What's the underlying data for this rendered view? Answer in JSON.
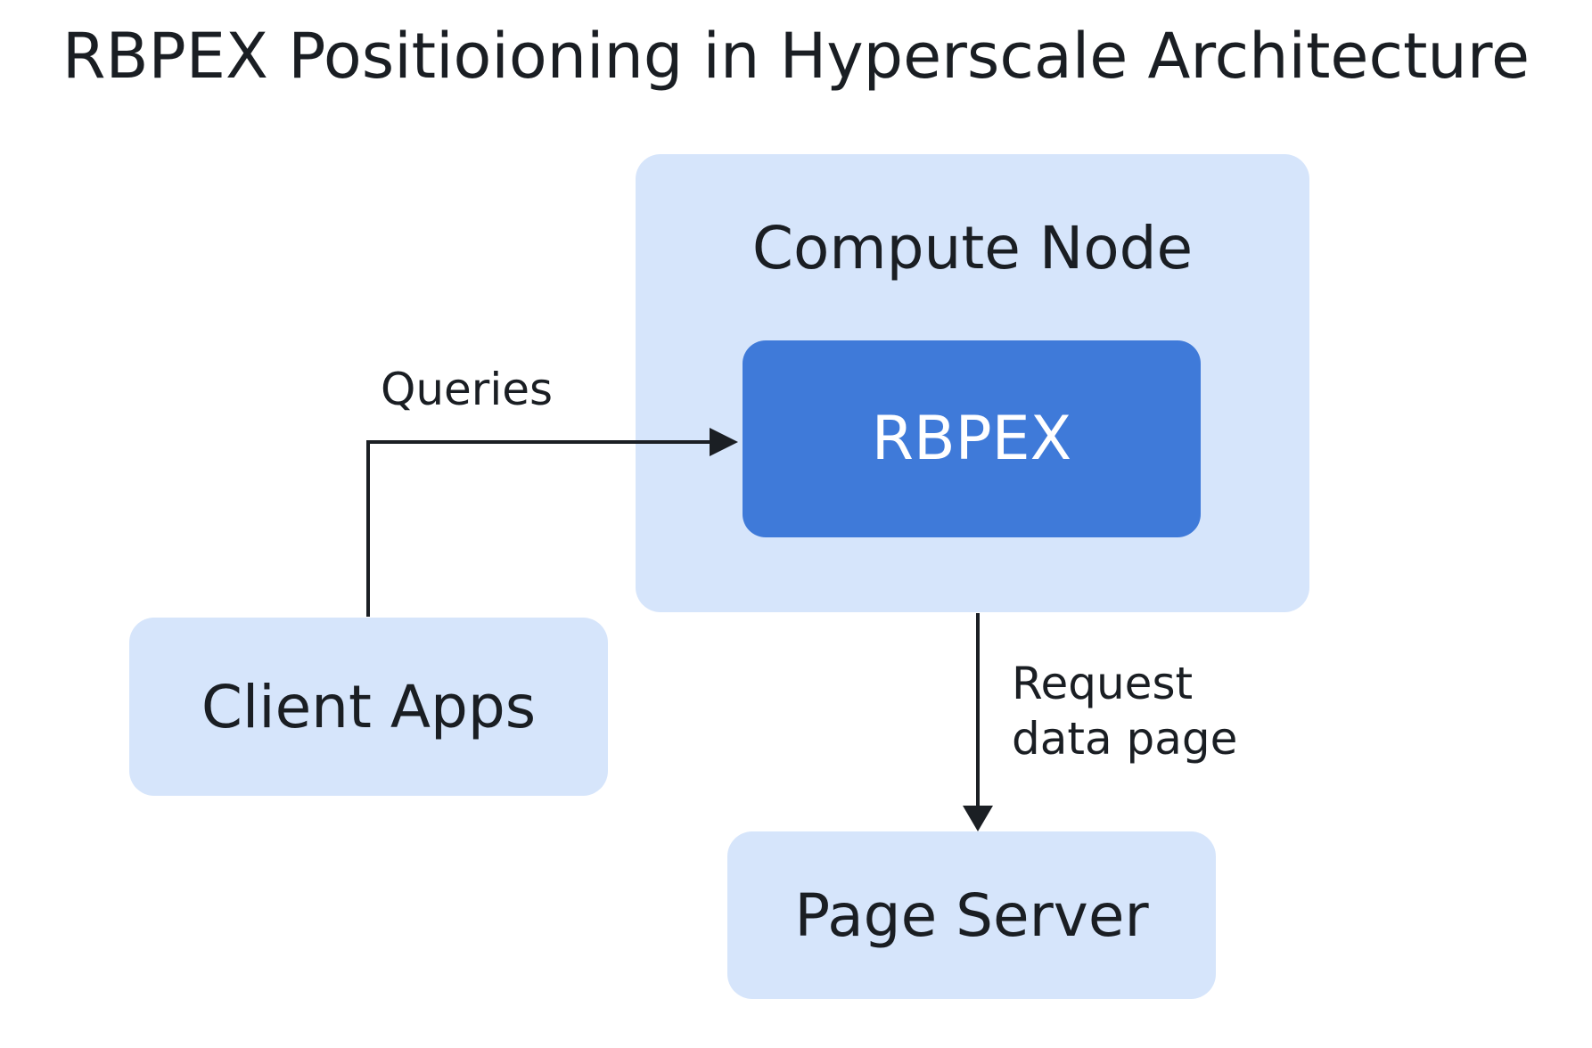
{
  "title": "RBPEX Positioioning in Hyperscale Architecture",
  "nodes": {
    "compute_node": "Compute Node",
    "rbpex": "RBPEX",
    "client_apps": "Client Apps",
    "page_server": "Page Server"
  },
  "edges": {
    "queries": "Queries",
    "request_line1": "Request",
    "request_line2": "data page"
  },
  "colors": {
    "light_box": "#d6e5fb",
    "accent_box": "#3f7ad9",
    "line": "#1b1f24"
  }
}
